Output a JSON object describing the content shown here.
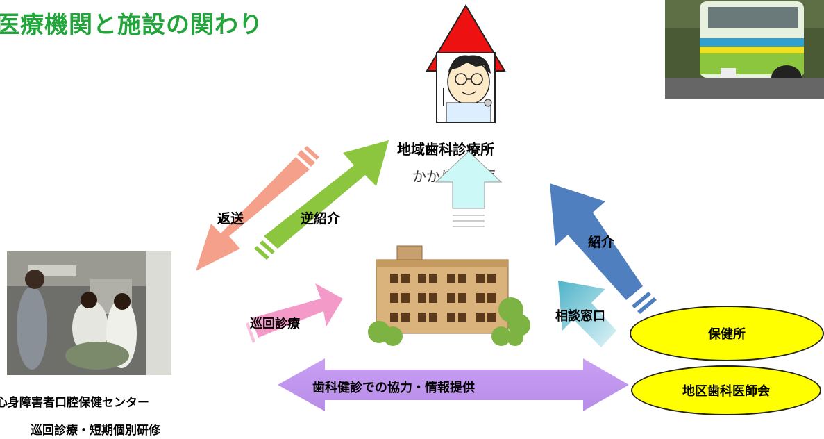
{
  "title": "医療機関と施設の関わり",
  "clinic": {
    "name": "地域歯科診療所",
    "subtitle": "かかりつけ医"
  },
  "center": {
    "name": "心身障害者口腔保健センター",
    "activities": "巡回診療・短期個別研修"
  },
  "nodes": {
    "health_center": "保健所",
    "dental_association": "地区歯科医師会"
  },
  "arrows": {
    "return": "返送",
    "reverse_referral": "逆紹介",
    "referral": "紹介",
    "visiting_care": "巡回診療",
    "consultation": "相談窓口",
    "cooperation": "歯科健診での協力・情報提供"
  },
  "colors": {
    "title": "#22a53a",
    "return": "#f4a08a",
    "reverse_referral": "#8cc63e",
    "referral": "#4f7fbe",
    "visiting_care": "#f49ac8",
    "consultation": "#8fd0e0",
    "cooperation": "#c9a0f4",
    "ellipse": "#ffff00"
  }
}
